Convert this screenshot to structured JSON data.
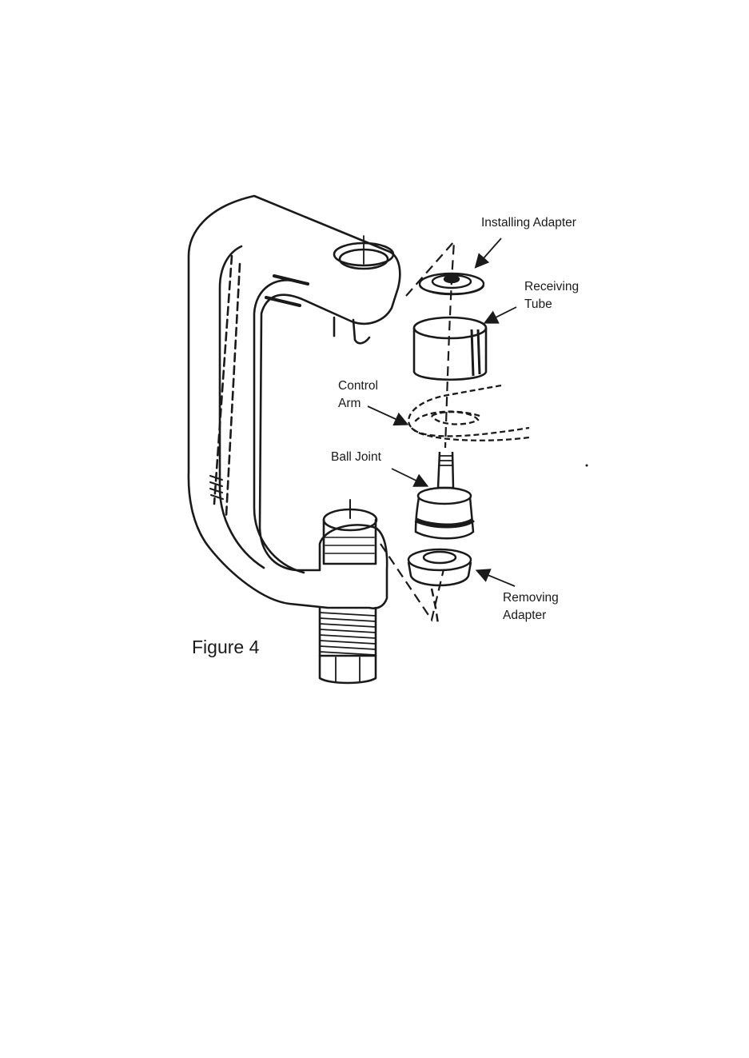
{
  "labels": {
    "installing_adapter": "Installing Adapter",
    "receiving_tube": [
      "Receiving",
      "Tube"
    ],
    "control_arm": [
      "Control",
      "Arm"
    ],
    "ball_joint": "Ball Joint",
    "removing_adapter": [
      "Removing",
      "Adapter"
    ]
  },
  "caption": "Figure 4",
  "colors": {
    "ink": "#1a1a1a",
    "paper": "#ffffff"
  }
}
